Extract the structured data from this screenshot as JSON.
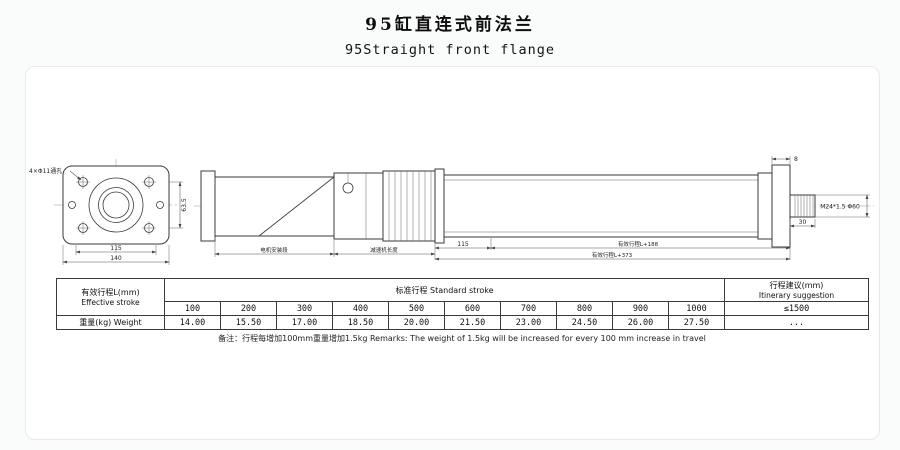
{
  "title": {
    "zh": "95缸直连式前法兰",
    "en": "95Straight front flange"
  },
  "drawing": {
    "labels": {
      "hole_callout": "4×Φ11通孔",
      "flange_dim_inner": "115",
      "flange_dim_outer": "140",
      "flange_dim_height": "63.5",
      "motor_section": "电机安装段",
      "reducer_length": "减速机长度",
      "front_section": "115",
      "stroke_plus_188": "有效行程L+188",
      "stroke_plus_373": "有效行程L+373",
      "rod_thread": "M24*1.5 Φ60",
      "rod_extension": "30",
      "flange_thickness": "8"
    }
  },
  "table": {
    "row_label_stroke_zh": "有效行程L(mm)",
    "row_label_stroke_en": "Effective stroke",
    "standard_stroke_header": "标准行程  Standard stroke",
    "suggestion_header_zh": "行程建议(mm)",
    "suggestion_header_en": "Itinerary suggestion",
    "strokes": [
      "100",
      "200",
      "300",
      "400",
      "500",
      "600",
      "700",
      "800",
      "900",
      "1000"
    ],
    "suggestion_value": "≤1500",
    "row_label_weight": "重量(kg) Weight",
    "weights": [
      "14.00",
      "15.50",
      "17.00",
      "18.50",
      "20.00",
      "21.50",
      "23.00",
      "24.50",
      "26.00",
      "27.50"
    ],
    "weight_suggestion": "...",
    "note": "备注：行程每增加100mm重量增加1.5kg   Remarks: The weight of 1.5kg will be increased for every 100 mm increase in travel"
  }
}
